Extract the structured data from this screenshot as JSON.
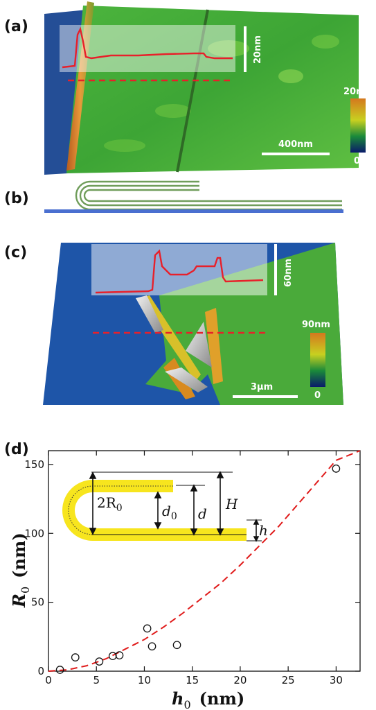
{
  "figure": {
    "panel_a": {
      "label": "(a)",
      "height_scale_label": "20nm",
      "colorbar_max": "20nm",
      "colorbar_min": "0",
      "scale_bar_label": "400nm"
    },
    "panel_b": {
      "label": "(b)"
    },
    "panel_c": {
      "label": "(c)",
      "height_scale_label": "60nm",
      "colorbar_max": "90nm",
      "colorbar_min": "0",
      "scale_bar_label": "3μm"
    },
    "panel_d": {
      "label": "(d)",
      "inset_labels": {
        "two_r0": "2R",
        "two_r0_sub": "0",
        "d0": "d",
        "d0_sub": "0",
        "d": "d",
        "H": "H",
        "h": "h"
      }
    }
  },
  "colors": {
    "afm_green": "#3fae3a",
    "afm_blue": "#1b4fa0",
    "profile_red": "#e8202a",
    "fit_red": "#e01b1b",
    "fold_yellow": "#f7e51e",
    "graphene_green": "#6f9d5a",
    "substrate_blue": "#4a6fd0"
  },
  "chart_data": {
    "type": "scatter",
    "xlabel": "h",
    "xlabel_sub": "0",
    "xlabel_unit": "(nm)",
    "ylabel": "R",
    "ylabel_sub": "0",
    "ylabel_unit": "(nm)",
    "xlim": [
      0,
      32.5
    ],
    "ylim": [
      0,
      160
    ],
    "x_ticks": [
      "0",
      "5",
      "10",
      "15",
      "20",
      "25",
      "30"
    ],
    "y_ticks": [
      "0",
      "50",
      "100",
      "150"
    ],
    "points": [
      {
        "x": 1.2,
        "y": 1
      },
      {
        "x": 2.8,
        "y": 10
      },
      {
        "x": 5.3,
        "y": 7
      },
      {
        "x": 6.7,
        "y": 11
      },
      {
        "x": 7.4,
        "y": 11.5
      },
      {
        "x": 10.3,
        "y": 31
      },
      {
        "x": 10.8,
        "y": 18
      },
      {
        "x": 13.4,
        "y": 19
      },
      {
        "x": 30.0,
        "y": 147
      }
    ],
    "fit_curve": {
      "style": "dashed",
      "x": [
        0,
        2,
        4,
        6,
        8,
        10,
        12,
        14,
        16,
        18,
        20,
        22,
        24,
        26,
        28,
        30,
        32.5
      ],
      "y": [
        0,
        1,
        4,
        9,
        16,
        23,
        32,
        42,
        53,
        64,
        77,
        91,
        105,
        121,
        137,
        153,
        161
      ]
    }
  }
}
